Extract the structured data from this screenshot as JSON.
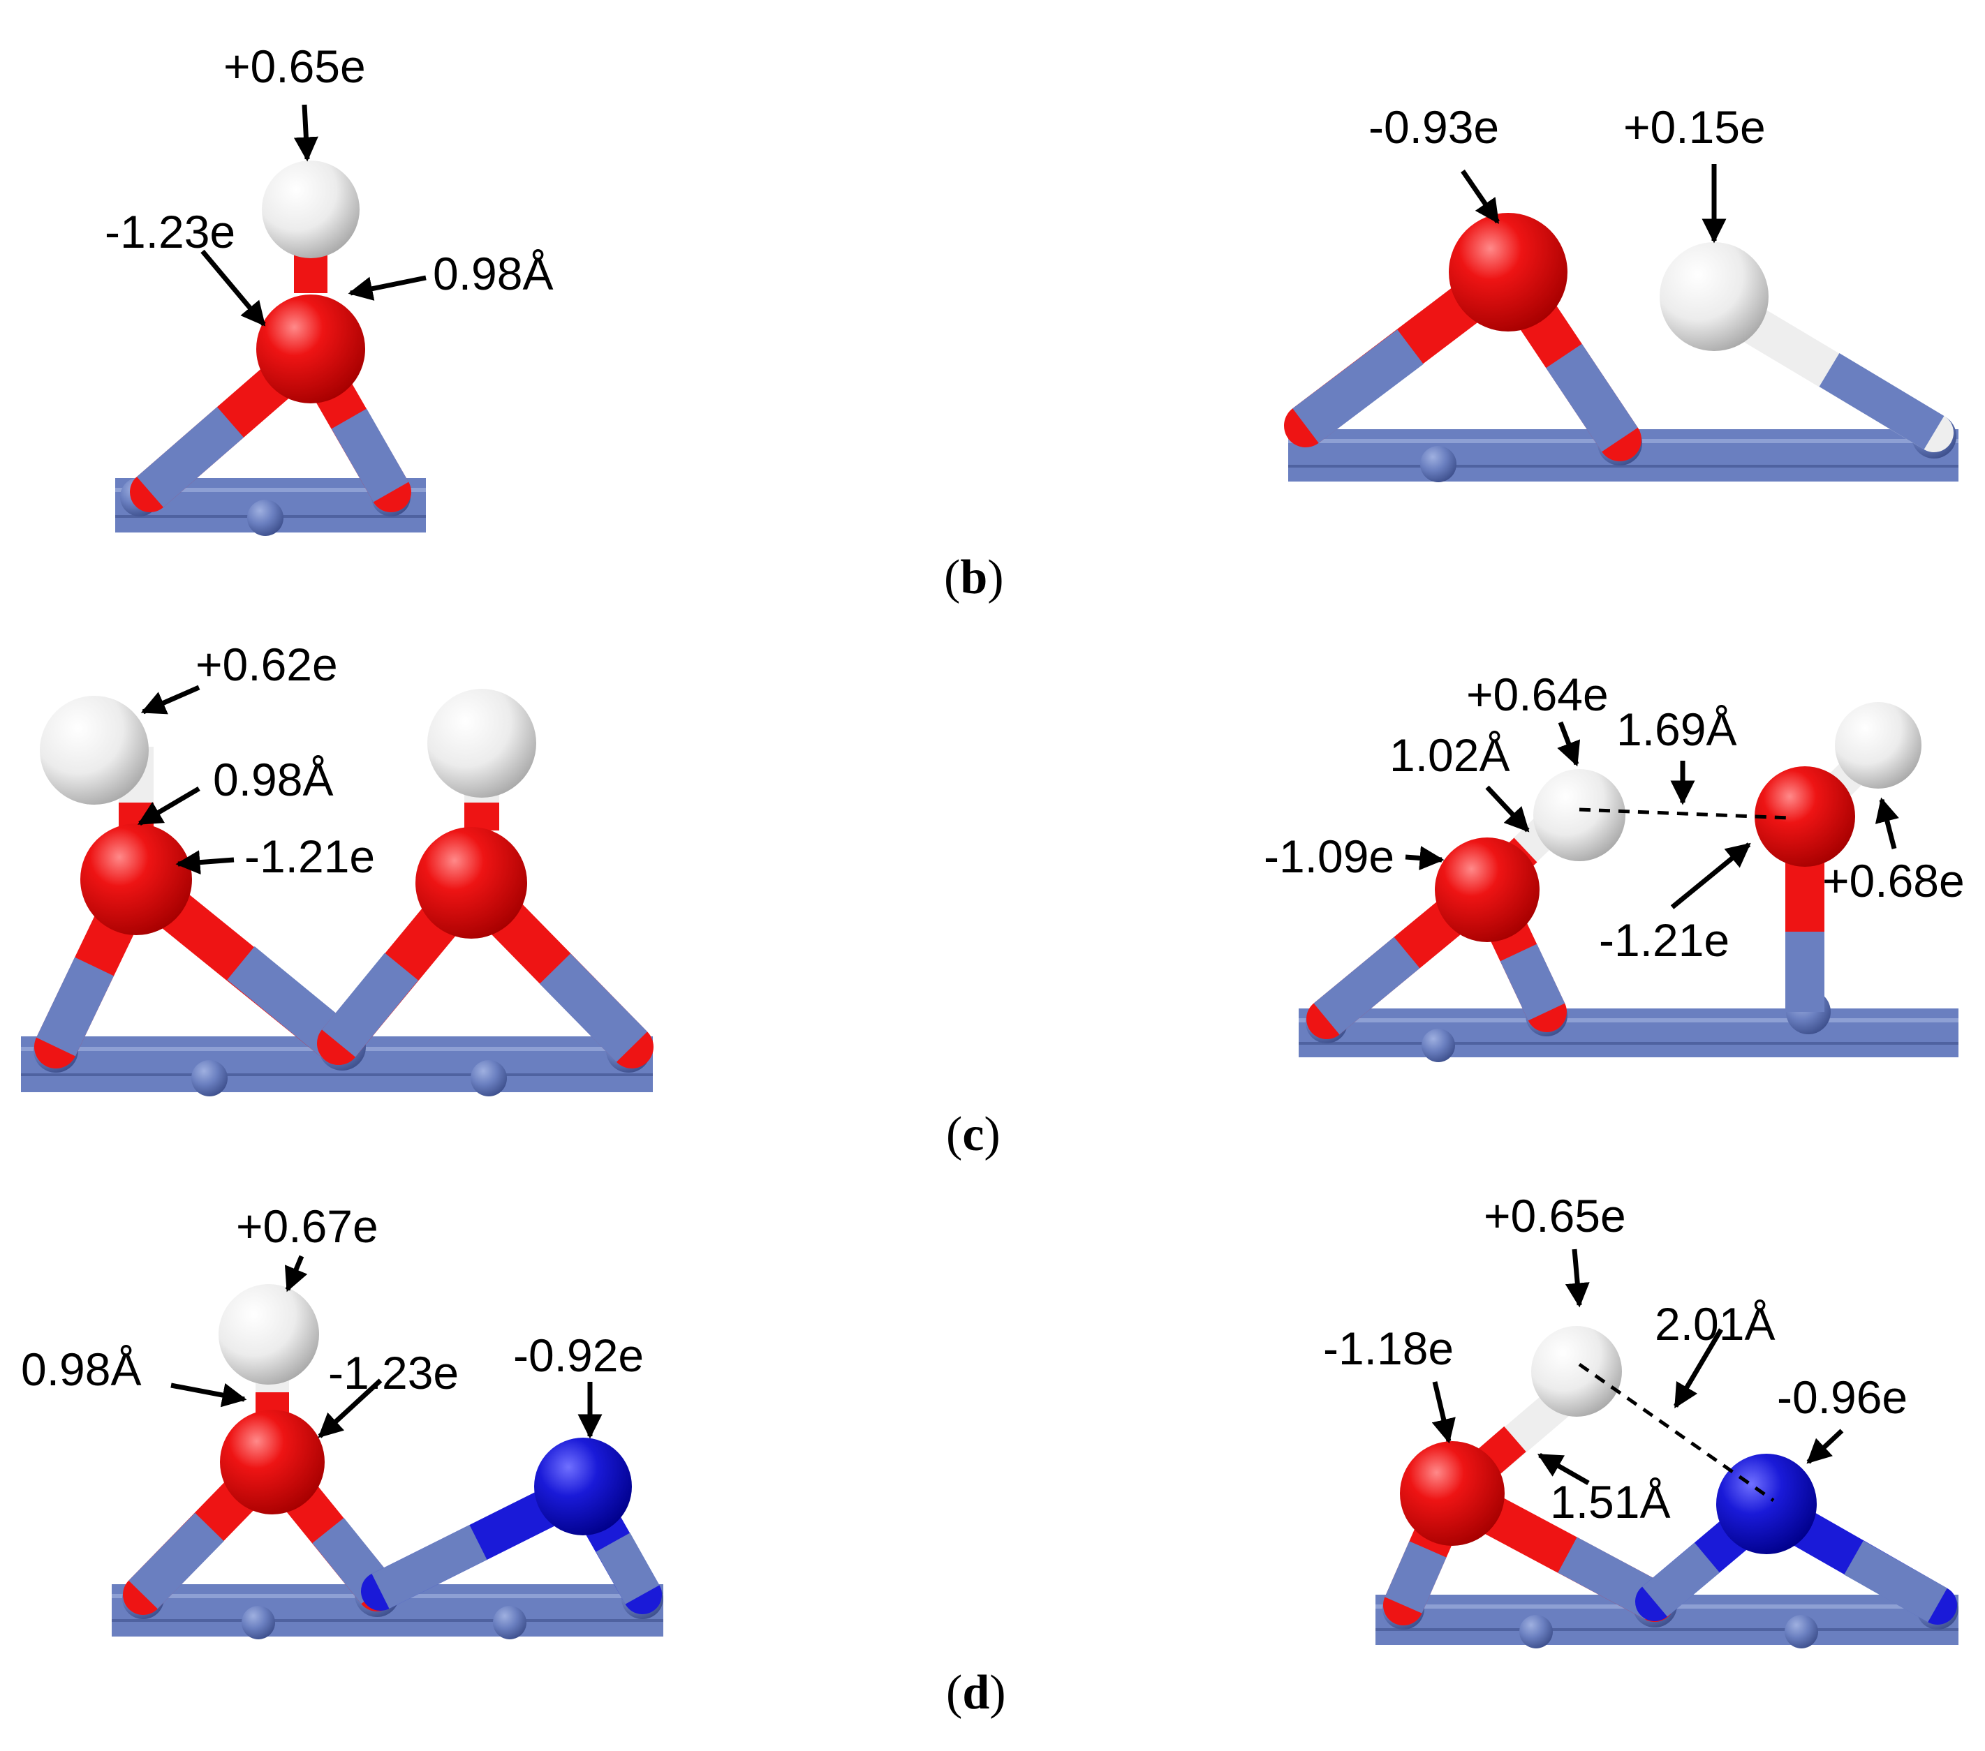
{
  "colors": {
    "oxygen": "#ec0d0d",
    "hydrogen": "#eeeeee",
    "nitrogen": "#1d1dd2",
    "surface_metal": "#6a7fc0",
    "text": "#000000",
    "background": "#ffffff"
  },
  "subfigure_labels": {
    "b": {
      "open": "(",
      "letter": "b",
      "close": ")"
    },
    "c": {
      "open": "(",
      "letter": "c",
      "close": ")"
    },
    "d": {
      "open": "(",
      "letter": "d",
      "close": ")"
    }
  },
  "panels": {
    "top_left": {
      "h_charge": "+0.65e",
      "o_charge": "-1.23e",
      "oh_bond": "0.98Å"
    },
    "top_right": {
      "o_charge": "-0.93e",
      "h_charge": "+0.15e"
    },
    "mid_left": {
      "h_charge": "+0.62e",
      "oh_bond": "0.98Å",
      "o_charge": "-1.21e"
    },
    "mid_right": {
      "h1_charge": "+0.64e",
      "oh1_bond": "1.02Å",
      "hbond": "1.69Å",
      "o1_charge": "-1.09e",
      "o2_charge": "-1.21e",
      "h2_charge": "+0.68e"
    },
    "bot_left": {
      "h_charge": "+0.67e",
      "oh_bond": "0.98Å",
      "o_charge": "-1.23e",
      "n_charge": "-0.92e"
    },
    "bot_right": {
      "h_charge": "+0.65e",
      "o_charge": "-1.18e",
      "hn_distance": "2.01Å",
      "n_charge": "-0.96e",
      "oh_bond": "1.51Å"
    }
  }
}
